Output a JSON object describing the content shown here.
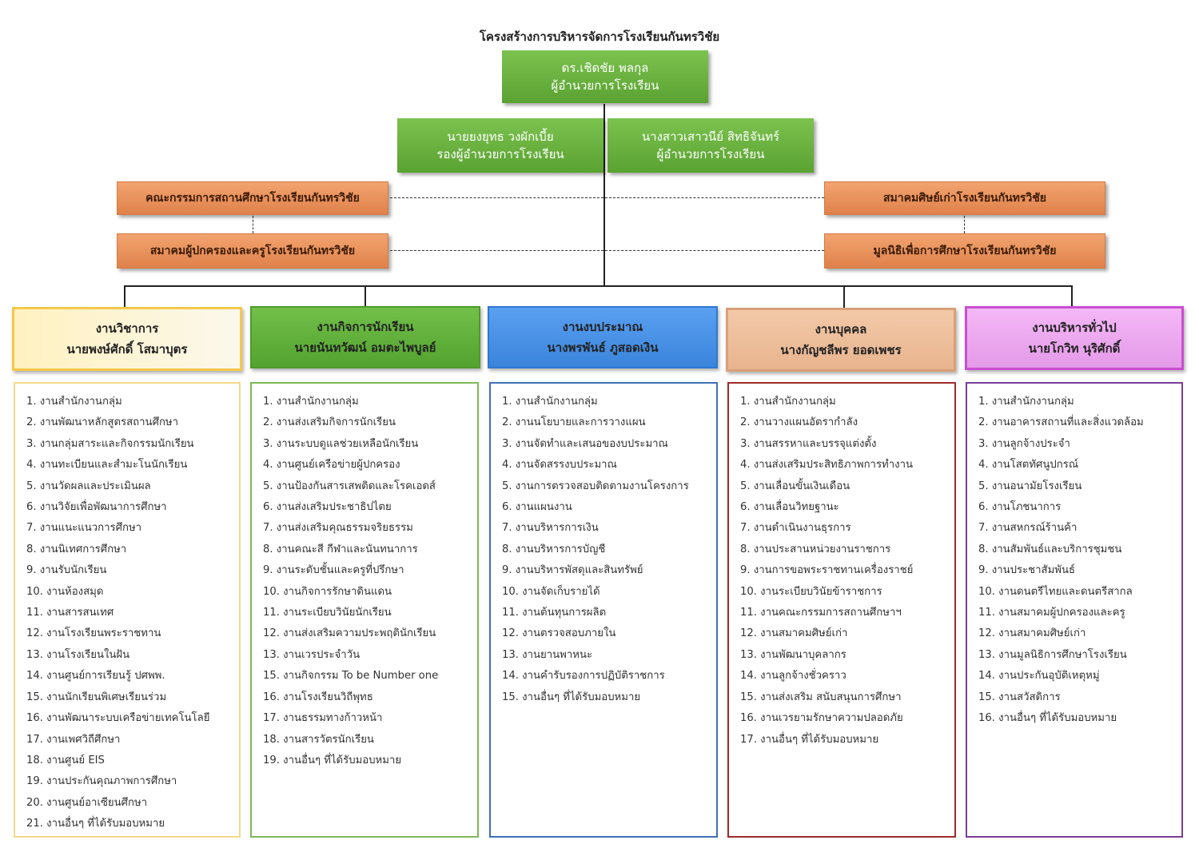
{
  "title": "โครงสร้างการบริหารจัดการโรงเรียนกันทรวิชัย",
  "director": {
    "name": "ดร.เชิดชัย พลกุล",
    "role": "ผู้อำนวยการโรงเรียน"
  },
  "deputies": [
    {
      "name": "นายยงยุทธ วงผักเบี้ย",
      "role": "รองผู้อำนวยการโรงเรียน"
    },
    {
      "name": "นางสาวเสาวนีย์ สิทธิจันทร์",
      "role": "ผู้อำนวยการโรงเรียน"
    }
  ],
  "committees": {
    "left_top": "คณะกรรมการสถานศึกษาโรงเรียนกันทรวิชัย",
    "left_bottom": "สมาคมผู้ปกครองและครูโรงเรียนกันทรวิชัย",
    "right_top": "สมาคมศิษย์เก่าโรงเรียนกันทรวิชัย",
    "right_bottom": "มูลนิธิเพื่อการศึกษาโรงเรียนกันทรวิชัย"
  },
  "colors": {
    "green": "#6bb43f",
    "orange": "#e8915a",
    "academic": "#f5c84b",
    "student": "#5fae3a",
    "budget": "#3d8ee8",
    "personnel": "#e0a97f",
    "general": "#c84fd0"
  },
  "departments": [
    {
      "title": "งานวิชาการ",
      "head": "นายพงษ์ศักดิ์ โสมาบุตร",
      "items": [
        "1. งานสำนักงานกลุ่ม",
        "2. งานพัฒนาหลักสูตรสถานศึกษา",
        "3. งานกลุ่มสาระและกิจกรรมนักเรียน",
        "4. งานทะเบียนและสำมะโนนักเรียน",
        "5. งานวัดผลและประเมินผล",
        "6. งานวิจัยเพื่อพัฒนาการศึกษา",
        "7. งานแนะแนวการศึกษา",
        "8. งานนิเทศการศึกษา",
        "9. งานรับนักเรียน",
        "10. งานห้องสมุด",
        "11. งานสารสนเทศ",
        "12. งานโรงเรียนพระราชทาน",
        "13. งานโรงเรียนในฝัน",
        "14. งานศูนย์การเรียนรู้ ปศพพ.",
        "15. งานนักเรียนพิเศษเรียนร่วม",
        "16. งานพัฒนาระบบเครือข่ายเทคโนโลยี",
        "17. งานเพศวิถีศึกษา",
        "18. งานศูนย์ EIS",
        "19. งานประกันคุณภาพการศึกษา",
        "20. งานศูนย์อาเซียนศึกษา",
        "21. งานอื่นๆ ที่ได้รับมอบหมาย"
      ]
    },
    {
      "title": "งานกิจการนักเรียน",
      "head": "นายนันทวัฒน์ อมตะไพบูลย์",
      "items": [
        "1. งานสำนักงานกลุ่ม",
        "2. งานส่งเสริมกิจการนักเรียน",
        "3. งานระบบดูแลช่วยเหลือนักเรียน",
        "4. งานศูนย์เครือข่ายผู้ปกครอง",
        "5. งานป้องกันสารเสพติดและโรคเอดส์",
        "6. งานส่งเสริมประชาธิปไตย",
        "7. งานส่งเสริมคุณธรรมจริยธรรม",
        "8. งานคณะสี กีฬาและนันทนาการ",
        "9. งานระดับชั้นและครูที่ปรึกษา",
        "10. งานกิจการรักษาดินแดน",
        "11. งานระเบียบวินัยนักเรียน",
        "12. งานส่งเสริมความประพฤตินักเรียน",
        "13. งานเวรประจำวัน",
        "15. งานกิจกรรม To be Number one",
        "16. งานโรงเรียนวิถีพุทธ",
        "17. งานธรรมทางก้าวหน้า",
        "18. งานสารวัตรนักเรียน",
        "19. งานอื่นๆ ที่ได้รับมอบหมาย"
      ]
    },
    {
      "title": "งานงบประมาณ",
      "head": "นางพรพันธ์ ภูสอดเงิน",
      "items": [
        "1. งานสำนักงานกลุ่ม",
        "2. งานนโยบายและการวางแผน",
        "3. งานจัดทำและเสนอของบประมาณ",
        "4. งานจัดสรรงบประมาณ",
        "5. งานการตรวจสอบติดตามงานโครงการ",
        "6. งานแผนงาน",
        "7. งานบริหารการเงิน",
        "8. งานบริหารการบัญชี",
        "9. งานบริหารพัสดุและสินทรัพย์",
        "10. งานจัดเก็บรายได้",
        "11. งานต้นทุนการผลิต",
        "12. งานตรวจสอบภายใน",
        "13. งานยานพาหนะ",
        "14. งานคำรับรองการปฏิบัติราชการ",
        "15. งานอื่นๆ ที่ได้รับมอบหมาย"
      ]
    },
    {
      "title": "งานบุคคล",
      "head": "นางกัญชลีพร ยอดเพชร",
      "items": [
        "1. งานสำนักงานกลุ่ม",
        "2. งานวางแผนอัตรากำลัง",
        "3. งานสรรหาและบรรจุแต่งตั้ง",
        "4. งานส่งเสริมประสิทธิภาพการทำงาน",
        "5. งานเลื่อนขั้นเงินเดือน",
        "6. งานเลื่อนวิทยฐานะ",
        "7. งานดำเนินงานธุรการ",
        "8. งานประสานหน่วยงานราชการ",
        "9. งานการขอพระราชทานเครื่องราชย์",
        "10. งานระเบียบวินัยข้าราชการ",
        "11. งานคณะกรรมการสถานศึกษาฯ",
        "12. งานสมาคมศิษย์เก่า",
        "13. งานพัฒนาบุคลากร",
        "14. งานลูกจ้างชั่วคราว",
        "15. งานส่งเสริม สนับสนุนการศึกษา",
        "16. งานเวรยามรักษาความปลอดภัย",
        "17. งานอื่นๆ ที่ได้รับมอบหมาย"
      ]
    },
    {
      "title": "งานบริหารทั่วไป",
      "head": "นายโกวิท นุริศักดิ์",
      "items": [
        "1. งานสำนักงานกลุ่ม",
        "2. งานอาคารสถานที่และสิ่งแวดล้อม",
        "3. งานลูกจ้างประจำ",
        "4. งานโสตทัศนูปกรณ์",
        "5. งานอนามัยโรงเรียน",
        "6. งานโภชนาการ",
        "7. งานสหกรณ์ร้านค้า",
        "8. งานสัมพันธ์และบริการชุมชน",
        "9. งานประชาสัมพันธ์",
        "10. งานดนตรีไทยและดนตรีสากล",
        "11. งานสมาคมผู้ปกครองและครู",
        "12. งานสมาคมศิษย์เก่า",
        "13. งานมูลนิธิการศึกษาโรงเรียน",
        "14. งานประกันอุบัติเหตุหมู่",
        "15. งานสวัสดิการ",
        "16. งานอื่นๆ ที่ได้รับมอบหมาย"
      ]
    }
  ]
}
